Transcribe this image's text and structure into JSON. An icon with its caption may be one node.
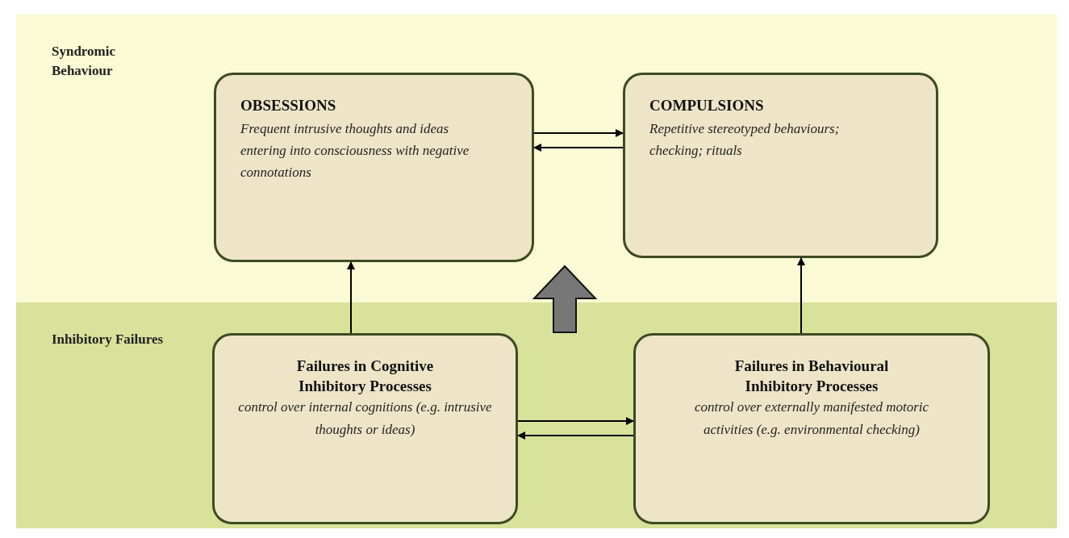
{
  "diagram": {
    "nodes": [
      {
        "text": [
          "Syndromic Behaviour"
        ]
      },
      {
        "text": [
          "OBSESSIONS",
          "Frequent intrusive thoughts and ideas entering into consciousness with negative connotations"
        ],
        "in": 0
      },
      {
        "text": [
          "COMPULSIONS",
          "Repetitive stereotyped behaviours; checking; rituals"
        ],
        "in": 0
      },
      {
        "text": [
          "Inhibitory Failures"
        ]
      },
      {
        "text": [
          "Failures in Cognitive Inhibitory Processes",
          "control over internal cognitions (e.g. intrusive thoughts or ideas)"
        ],
        "in": 3
      },
      {
        "text": [
          "Failures in Behavioural Inhibitory Processes",
          "control over externally manifested motoric activities (e.g. environmental checking)"
        ],
        "in": 3
      }
    ],
    "edges": [
      {
        "from": 1,
        "to": 2,
        "arrow": "to"
      },
      {
        "from": 2,
        "to": 1,
        "arrow": "to"
      },
      {
        "from": 4,
        "to": 1,
        "arrow": "to"
      },
      {
        "from": 5,
        "to": 2,
        "arrow": "to"
      },
      {
        "from": 4,
        "to": 5,
        "arrow": "to"
      },
      {
        "from": 5,
        "to": 4,
        "arrow": "to"
      },
      {
        "from": 3,
        "to": 0,
        "arrow": "to",
        "style": "thick",
        "color": "#777777"
      }
    ]
  }
}
